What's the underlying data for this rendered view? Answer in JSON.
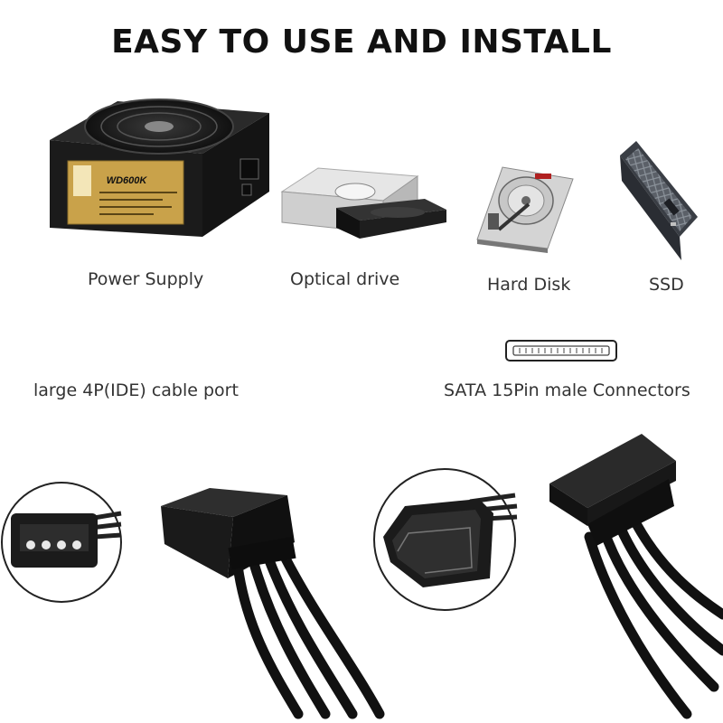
{
  "title": "EASY TO USE AND INSTALL",
  "devices": [
    {
      "label": "Power Supply",
      "icon": "power-supply",
      "model_text": "WD600K"
    },
    {
      "label": "Optical drive",
      "icon": "optical-drive"
    },
    {
      "label": "Hard Disk",
      "icon": "hard-disk"
    },
    {
      "label": "SSD",
      "icon": "ssd"
    }
  ],
  "connectors": {
    "ide_label": "large 4P(IDE) cable port",
    "sata_label": "SATA 15Pin male Connectors",
    "sata_icon": "sata-port-outline"
  },
  "colors": {
    "background": "#ffffff",
    "cable": "#111111",
    "psu_badge": "#c9a24a"
  }
}
